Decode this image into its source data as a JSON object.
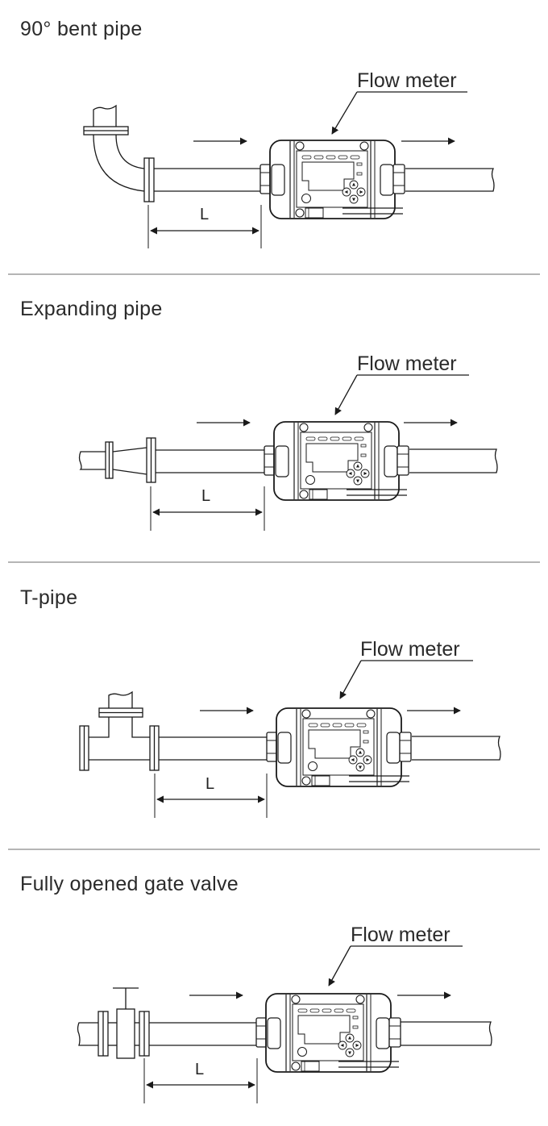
{
  "sections": [
    {
      "title": "90° bent pipe",
      "upstream_fitting": "90-degree-elbow",
      "meter_label": "Flow meter",
      "dimension_label": "L"
    },
    {
      "title": "Expanding pipe",
      "upstream_fitting": "pipe-expander",
      "meter_label": "Flow meter",
      "dimension_label": "L"
    },
    {
      "title": "T-pipe",
      "upstream_fitting": "tee",
      "meter_label": "Flow meter",
      "dimension_label": "L"
    },
    {
      "title": "Fully opened gate valve",
      "upstream_fitting": "gate-valve",
      "meter_label": "Flow meter",
      "dimension_label": "L"
    }
  ],
  "colors": {
    "line": "#1a1a1a",
    "divider": "#b5b5b5",
    "text": "#2a2a2a"
  }
}
